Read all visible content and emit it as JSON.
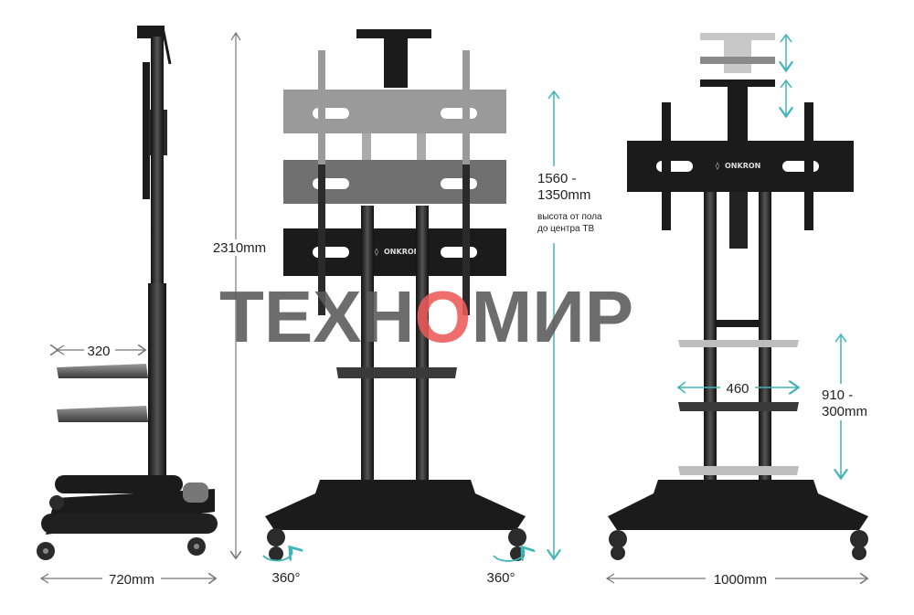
{
  "dimensions": {
    "side_depth": "720mm",
    "side_height": "2310mm",
    "side_shelf": "320",
    "tv_height_range_line1": "1560 -",
    "tv_height_range_line2": "1350mm",
    "tv_height_note_line1": "высота от пола",
    "tv_height_note_line2": "до центра ТВ",
    "rotation_left": "360°",
    "rotation_right": "360°",
    "back_shelf_width": "460",
    "shelf_range_line1": "910 -",
    "shelf_range_line2": "300mm",
    "back_width": "1000mm"
  },
  "brand": {
    "name": "ONKRON",
    "mark": "◊"
  },
  "watermark": {
    "part1": "ТЕХН",
    "part2": "О",
    "part3": "МИР"
  },
  "colors": {
    "accent": "#3fb5b8",
    "frame": "#1b1b1b",
    "watermark_gray": "#5a5a5a",
    "watermark_red": "#ec5a5a"
  }
}
